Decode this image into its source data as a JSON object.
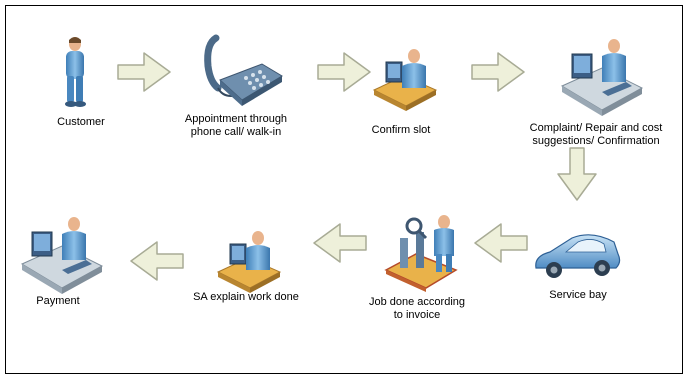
{
  "steps": [
    {
      "label": "Customer",
      "icon": "customer-person-icon"
    },
    {
      "label": "Appointment through\nphone call/ walk-in",
      "icon": "telephone-icon"
    },
    {
      "label": "Confirm slot",
      "icon": "desk-clerk-icon"
    },
    {
      "label": "Complaint/ Repair and cost\nsuggestions/ Confirmation",
      "icon": "service-advisor-desk-icon"
    },
    {
      "label": "Service bay",
      "icon": "car-icon"
    },
    {
      "label": "Job done according\nto invoice",
      "icon": "mechanic-inspection-icon"
    },
    {
      "label": "SA explain work done",
      "icon": "desk-clerk-icon"
    },
    {
      "label": "Payment",
      "icon": "cashier-desk-icon"
    }
  ],
  "colors": {
    "arrow_fill": "#eef0da",
    "arrow_stroke": "#a8ab95",
    "person_body": "#6aa6d6",
    "person_skin": "#e9b48d",
    "desk_top": "#e9b24a",
    "car_body": "#7fb3de",
    "phone_body": "#5f7f9e"
  }
}
